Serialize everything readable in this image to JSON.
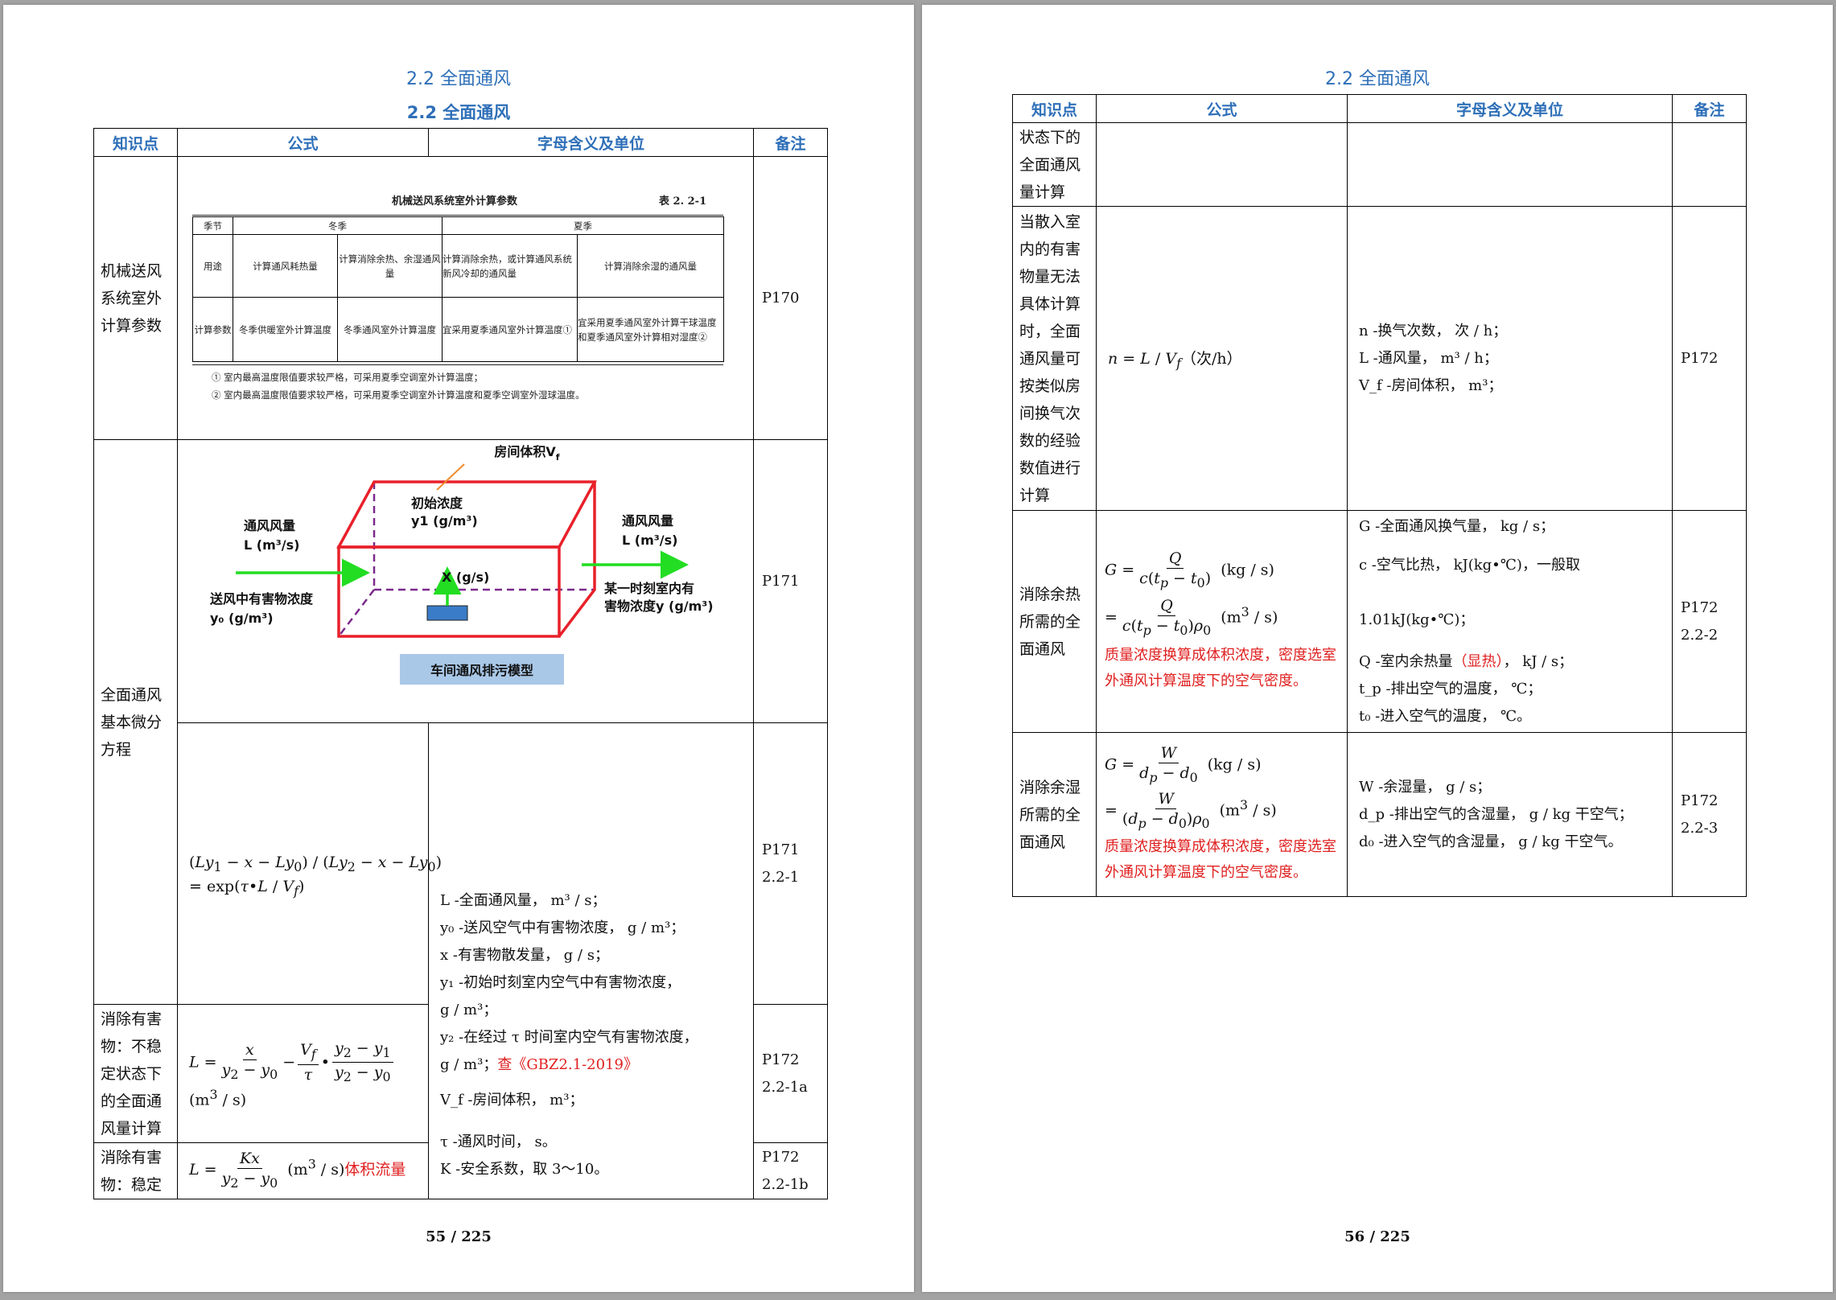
{
  "page1": {
    "header_top": "2.2 全面通风",
    "header_bold": "2.2  全面通风",
    "columns": [
      "知识点",
      "公式",
      "字母含义及单位",
      "备注"
    ],
    "rows": [
      {
        "kp": "机械送风系统室外计算参数",
        "note": "P170"
      },
      {
        "kp": "全面通风基本微分方程",
        "note_diagram": "P171",
        "note_formula": "P171\n2.2-1"
      },
      {
        "kp": "消除有害物：不稳定状态下的全面通风量计算",
        "note": "P172\n2.2-1a"
      },
      {
        "kp": "消除有害物：稳定",
        "note": "P172\n2.2-1b"
      }
    ],
    "inner_table": {
      "title": "机械送风系统室外计算参数",
      "table_no": "表 2. 2-1",
      "season_label": "季节",
      "winter": "冬季",
      "summer": "夏季",
      "use_label": "用途",
      "uses": [
        "计算通风耗热量",
        "计算消除余热、余湿通风量",
        "计算消除余热，或计算通风系统新风冷却的通风量",
        "计算消除余湿的通风量"
      ],
      "param_label": "计算参数",
      "params": [
        "冬季供暖室外计算温度",
        "冬季通风室外计算温度",
        "宜采用夏季通风室外计算温度①",
        "宜采用夏季通风室外计算干球温度和夏季通风室外计算相对湿度②"
      ],
      "footnotes": [
        "① 室内最高温度限值要求较严格，可采用夏季空调室外计算温度；",
        "② 室内最高温度限值要求较严格，可采用夏季空调室外计算温度和夏季空调室外湿球温度。"
      ]
    },
    "diagram": {
      "room_volume": "房间体积V",
      "room_volume_sub": "f",
      "init_conc": "初始浓度",
      "init_conc_unit": "y1 (g/m³)",
      "flow_in": "通风风量",
      "flow_in_unit": "L (m³/s)",
      "flow_out": "通风风量",
      "flow_out_unit": "L (m³/s)",
      "source": "X (g/s)",
      "supply_conc": "送风中有害物浓度",
      "supply_conc_unit": "y₀ (g/m³)",
      "moment_conc_1": "某一时刻室内有",
      "moment_conc_2": "害物浓度y (g/m³)",
      "caption": "车间通风排污模型"
    },
    "meaning_lines": [
      "L -全面通风量， m³ / s；",
      "y₀ -送风空气中有害物浓度， g / m³；",
      "x -有害物散发量， g / s；",
      "y₁ -初始时刻室内空气中有害物浓度，",
      "g / m³；",
      "y₂ -在经过 τ 时间室内空气有害物浓度，",
      "g / m³；",
      "查《GBZ2.1-2019》",
      "V_f -房间体积， m³；",
      "τ -通风时间， s。",
      "K -安全系数，取 3～10。"
    ],
    "red_unit": "体积流量",
    "footer": "55 / 225"
  },
  "page2": {
    "header_top": "2.2 全面通风",
    "columns": [
      "知识点",
      "公式",
      "字母含义及单位",
      "备注"
    ],
    "rows": [
      {
        "kp": "状态下的全面通风量计算"
      },
      {
        "kp": "当散入室内的有害物量无法具体计算时，全面通风量可按类似房间换气次数的经验数值进行计算",
        "formula": "n = L / V_f （次/h）",
        "meaning": [
          "n -换气次数， 次 / h；",
          "L -通风量， m³ / h；",
          "V_f -房间体积， m³；"
        ],
        "note": "P172"
      },
      {
        "kp": "消除余热所需的全面通风",
        "red_text": "质量浓度换算成体积浓度，密度选室外通风计算温度下的空气密度。",
        "meaning": [
          "G -全面通风换气量， kg / s；",
          "c -空气比热， kJ(kg•℃)，一般取",
          "1.01kJ(kg•℃)；",
          "Q -室内余热量",
          "（显热）",
          "， kJ / s；",
          "t_p -排出空气的温度， ℃；",
          "t₀ -进入空气的温度， ℃。"
        ],
        "note": "P172\n2.2-2"
      },
      {
        "kp": "消除余湿所需的全面通风",
        "red_text": "质量浓度换算成体积浓度，密度选室外通风计算温度下的空气密度。",
        "meaning": [
          "W -余湿量， g / s；",
          "d_p -排出空气的含湿量， g / kg 干空气；",
          "d₀ -进入空气的含湿量， g / kg 干空气。"
        ],
        "note": "P172\n2.2-3"
      }
    ],
    "footer": "56 / 225"
  },
  "colors": {
    "header_blue": "#2e6fb8",
    "red": "#e02020",
    "box_red": "#e8202a",
    "arrow_green": "#22dd22",
    "caption_bg": "#a9c8e8"
  }
}
